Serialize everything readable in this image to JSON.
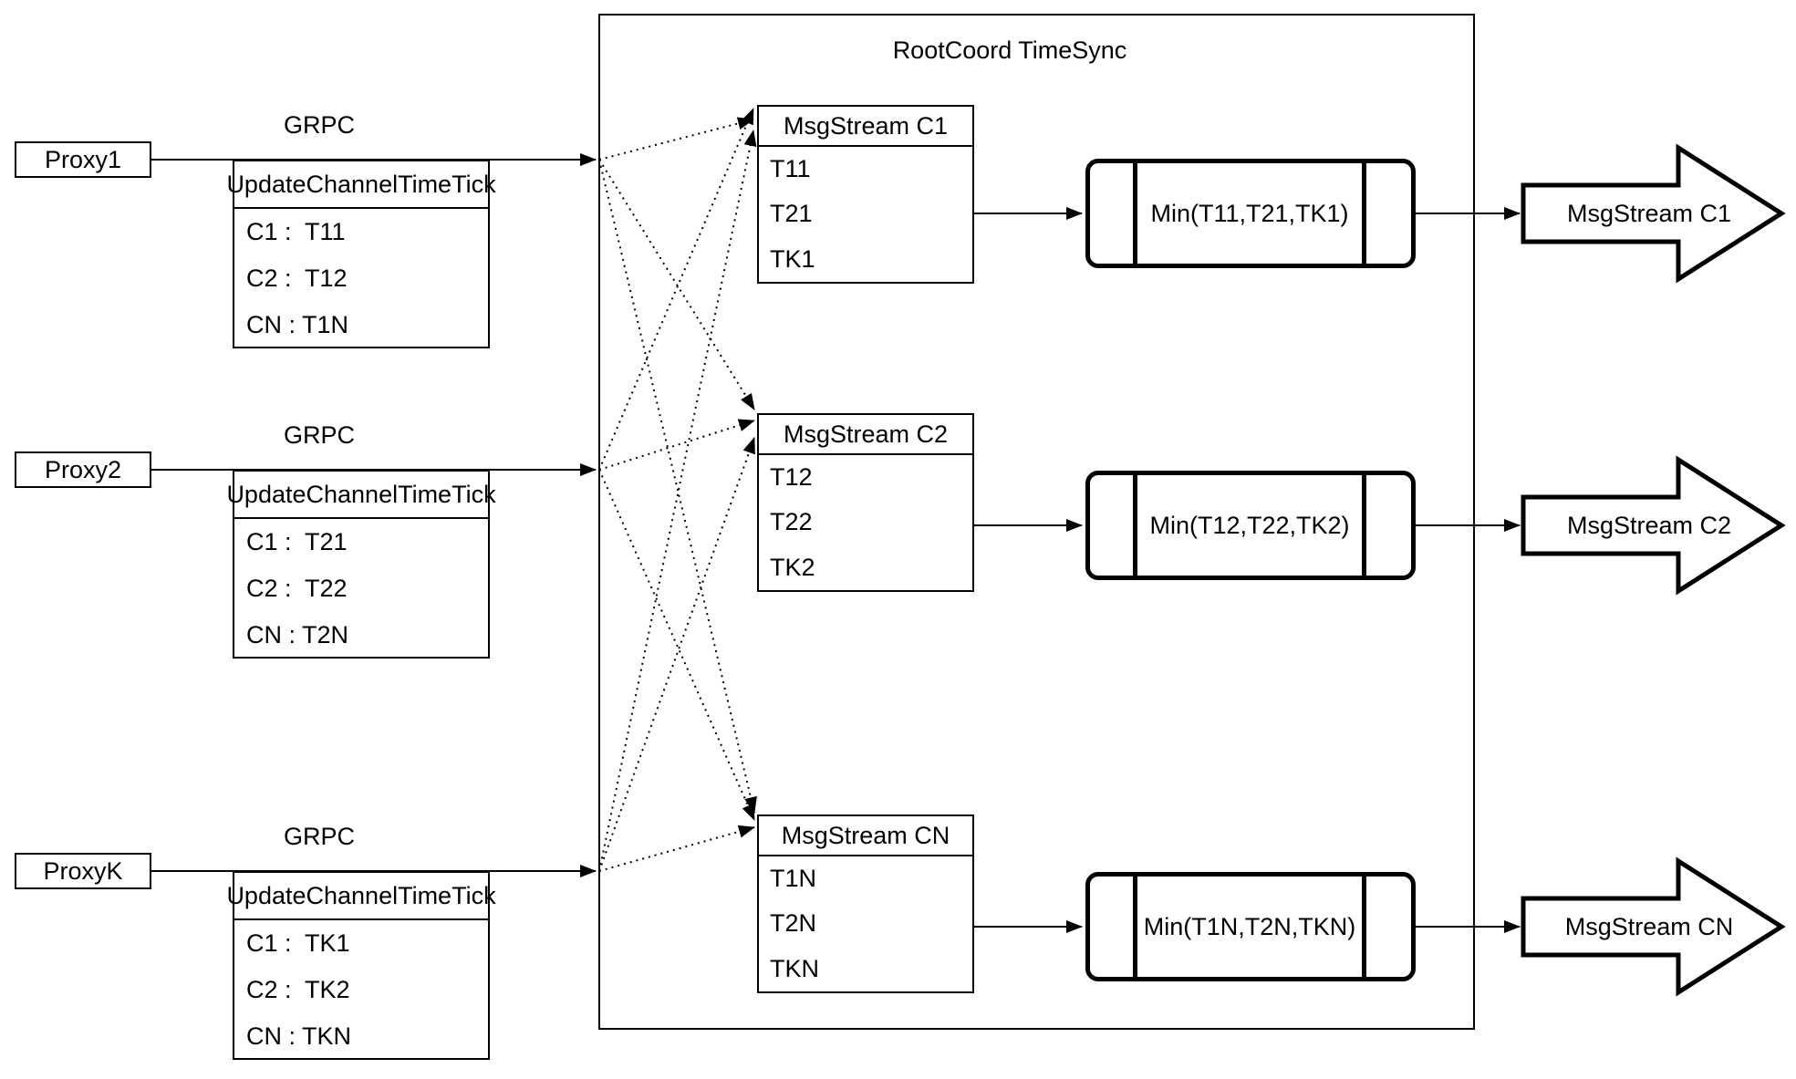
{
  "diagram": {
    "container_title": "RootCoord TimeSync",
    "proxies": [
      {
        "name": "Proxy1",
        "protocol": "GRPC",
        "table": {
          "header": "UpdateChannelTimeTick",
          "rows": [
            "C1 :  T11",
            "C2 :  T12",
            "CN : T1N"
          ]
        }
      },
      {
        "name": "Proxy2",
        "protocol": "GRPC",
        "table": {
          "header": "UpdateChannelTimeTick",
          "rows": [
            "C1 :  T21",
            "C2 :  T22",
            "CN : T2N"
          ]
        }
      },
      {
        "name": "ProxyK",
        "protocol": "GRPC",
        "table": {
          "header": "UpdateChannelTimeTick",
          "rows": [
            "C1 :  TK1",
            "C2 :  TK2",
            "CN : TKN"
          ]
        }
      }
    ],
    "msgstreams": [
      {
        "title": "MsgStream C1",
        "items": [
          "T11",
          "T21",
          "TK1"
        ]
      },
      {
        "title": "MsgStream C2",
        "items": [
          "T12",
          "T22",
          "TK2"
        ]
      },
      {
        "title": "MsgStream CN",
        "items": [
          "T1N",
          "T2N",
          "TKN"
        ]
      }
    ],
    "min_nodes": [
      {
        "label": "Min(T11,T21,TK1)"
      },
      {
        "label": "Min(T12,T22,TK2)"
      },
      {
        "label": "Min(T1N,T2N,TKN)"
      }
    ],
    "output_streams": [
      {
        "label": "MsgStream C1"
      },
      {
        "label": "MsgStream C2"
      },
      {
        "label": "MsgStream CN"
      }
    ],
    "colors": {
      "stroke": "#000000",
      "background": "#ffffff"
    }
  }
}
